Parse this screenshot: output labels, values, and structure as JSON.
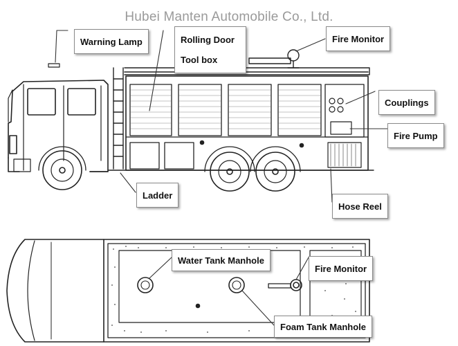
{
  "watermark": "Hubei Manten Automobile Co., Ltd.",
  "labels": {
    "warning_lamp": "Warning Lamp",
    "rolling_door": "Rolling Door",
    "tool_box": "Tool box",
    "fire_monitor_side": "Fire Monitor",
    "couplings": "Couplings",
    "fire_pump": "Fire Pump",
    "ladder": "Ladder",
    "hose_reel": "Hose Reel",
    "water_tank_manhole": "Water Tank Manhole",
    "fire_monitor_top": "Fire Monitor",
    "foam_tank_manhole": "Foam Tank Manhole"
  }
}
